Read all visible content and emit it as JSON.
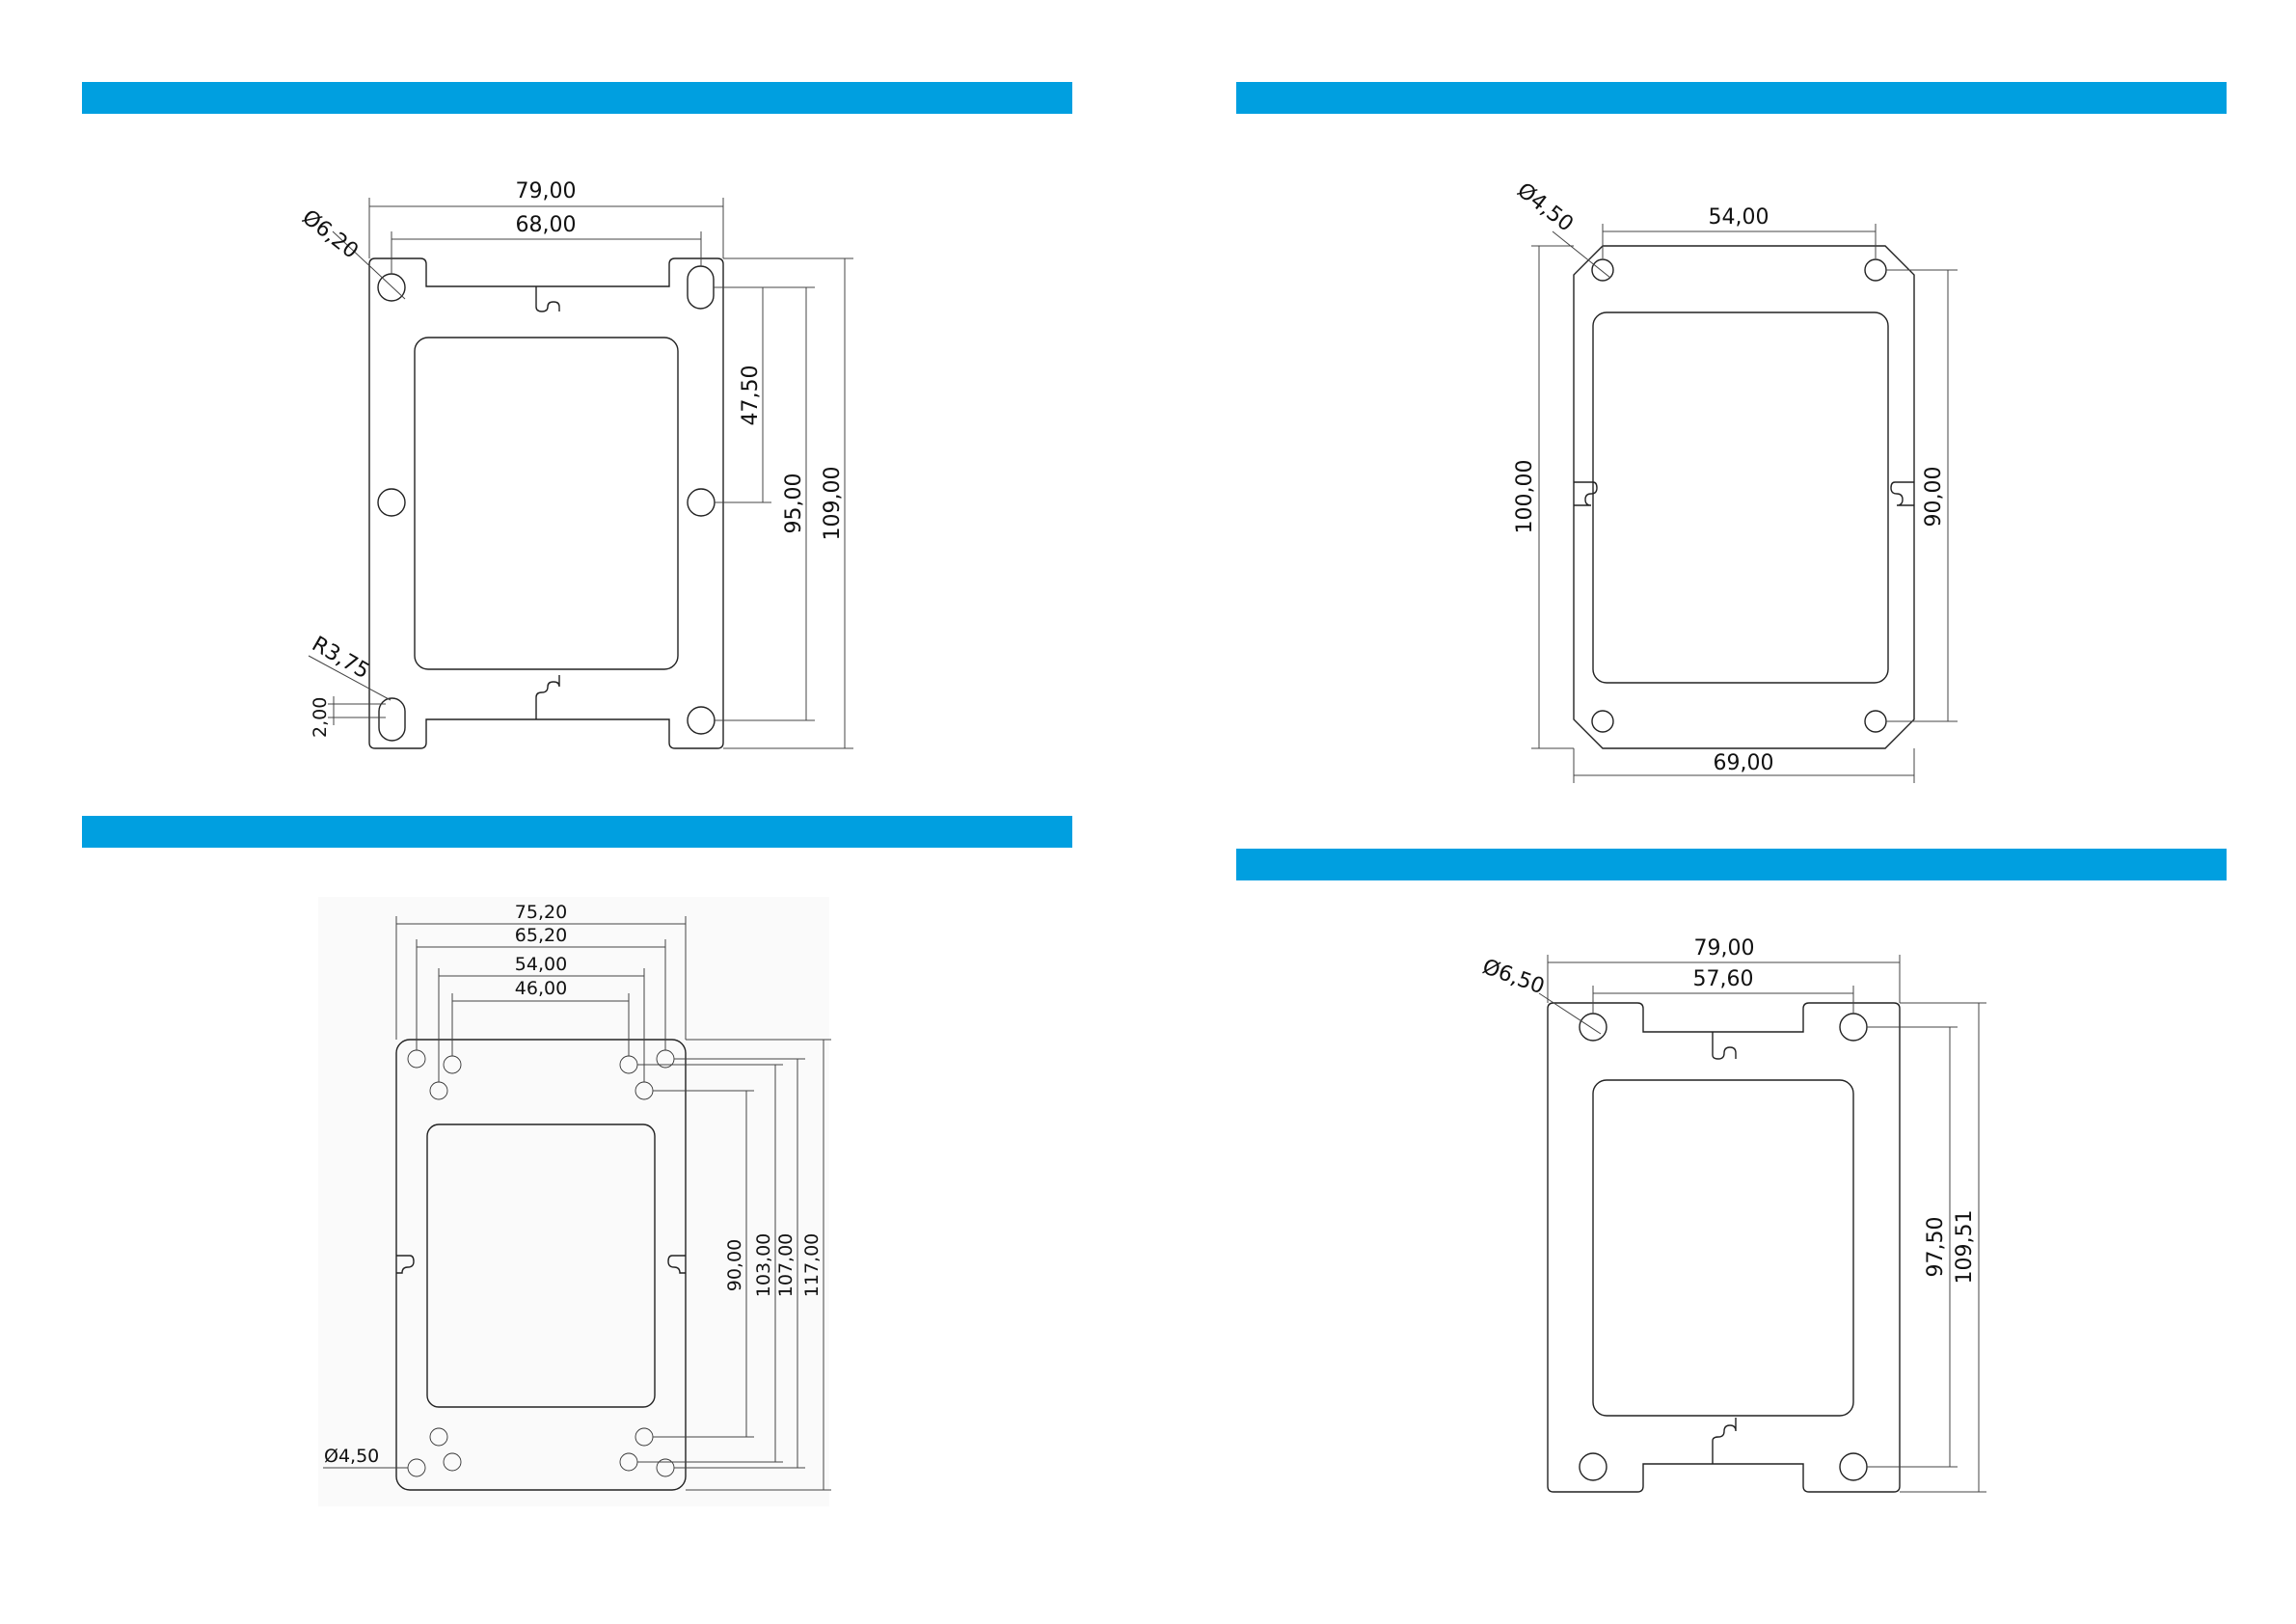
{
  "accent_color": "#009fe0",
  "drawings": {
    "top_left": {
      "width": "79,00",
      "hole_spacing_x": "68,00",
      "hole_diameter": "Ø6,20",
      "half_height": "47,50",
      "hole_spacing_y": "95,00",
      "height": "109,00",
      "corner_radius": "R3,75",
      "slot_offset": "2,00"
    },
    "top_right": {
      "hole_diameter": "Ø4,50",
      "hole_spacing_x": "54,00",
      "height": "100,00",
      "hole_spacing_y": "90,00",
      "width": "69,00"
    },
    "bottom_left": {
      "width_outer": "75,20",
      "width_2": "65,20",
      "width_3": "54,00",
      "width_4": "46,00",
      "height_1": "90,00",
      "height_2": "103,00",
      "height_3": "107,00",
      "height_outer": "117,00",
      "hole_diameter": "Ø4,50"
    },
    "bottom_right": {
      "width": "79,00",
      "hole_spacing_x": "57,60",
      "hole_diameter": "Ø6,50",
      "hole_spacing_y": "97,50",
      "height": "109,51"
    }
  }
}
